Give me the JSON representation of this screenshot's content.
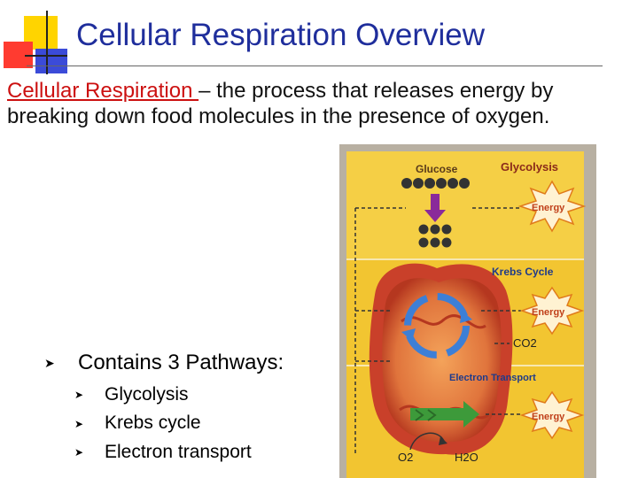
{
  "slide": {
    "title": "Cellular Respiration Overview",
    "definition_term": "Cellular Respiration ",
    "definition_text": "– the process that releases energy by breaking down food molecules in the presence of oxygen.",
    "main_bullet": "Contains 3 Pathways:",
    "pathways": [
      "Glycolysis",
      "Krebs cycle",
      "Electron transport"
    ]
  },
  "diagram": {
    "glucose": "Glucose",
    "glycolysis": "Glycolysis",
    "krebs": "Krebs Cycle",
    "electron_transport": "Electron Transport",
    "energy_1": "Energy",
    "energy_2": "Energy",
    "energy_3": "Energy",
    "co2": "CO2",
    "o2": "O2",
    "h2o": "H2O"
  },
  "colors": {
    "title": "#1f2e9c",
    "term": "#cc1010",
    "diagram_band": "#f2c531",
    "mitochondrion": "#cc4a2a",
    "cycle_arrows": "#3d7fd6"
  }
}
